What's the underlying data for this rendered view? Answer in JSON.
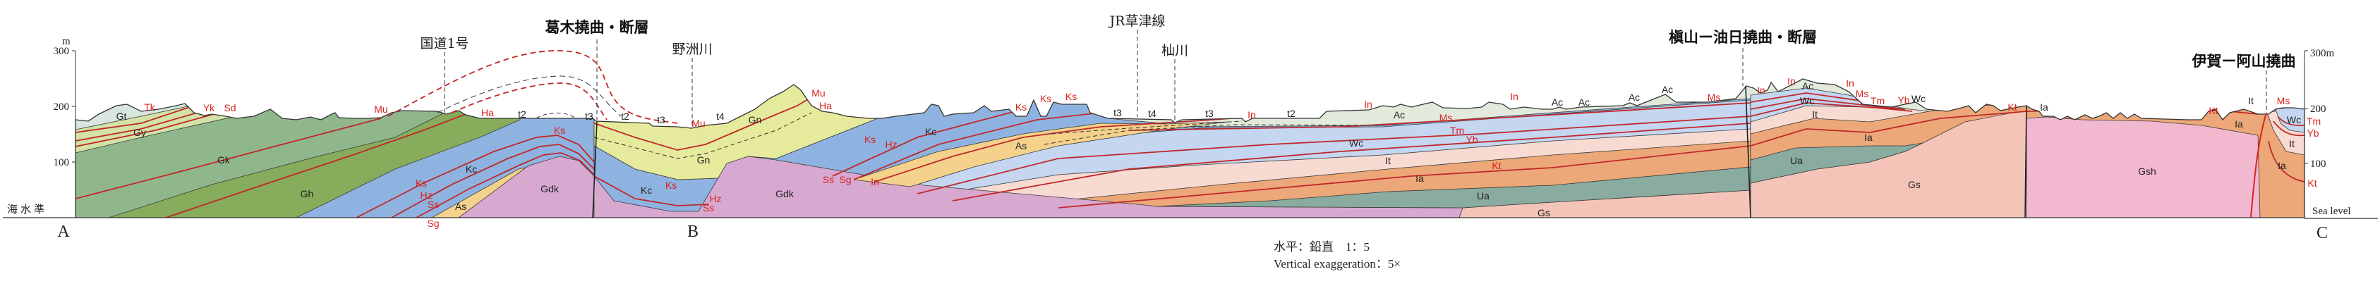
{
  "titles": {
    "route1": "国道1号",
    "katsuragi": "葛木撓曲・断層",
    "yasu_river": "野洲川",
    "jr_kusatsu": "JR草津線",
    "soma_river": "杣川",
    "makiyama": "槇山ー油日撓曲・断層",
    "iga_ayama": "伊賀ー阿山撓曲"
  },
  "axis_left": {
    "unit": "m",
    "ticks": [
      "300",
      "200",
      "100"
    ],
    "sea_level": "海水準"
  },
  "axis_right": {
    "ticks": [
      "300m",
      "200",
      "100"
    ],
    "sea_level": "Sea level"
  },
  "section_points": {
    "a": "A",
    "b": "B",
    "c": "C"
  },
  "scale": {
    "jp": "水平：鉛直　1：5",
    "en": "Vertical exaggeration：5×"
  },
  "unit_labels": [
    "Gt",
    "Gy",
    "Gk",
    "Gh",
    "Kc",
    "As",
    "Gdk",
    "t2",
    "t3",
    "t2",
    "t3",
    "t4",
    "Gn",
    "Gn",
    "Kc",
    "Gdk",
    "Kc",
    "As",
    "t3",
    "t4",
    "t3",
    "t2",
    "Ac",
    "Wc",
    "It",
    "Ia",
    "Ua",
    "Gs",
    "Ac",
    "Ac",
    "Ac",
    "Ac",
    "Ac",
    "Wc",
    "Wc",
    "It",
    "Ia",
    "Ua",
    "Gs",
    "Ia",
    "Gsh",
    "It",
    "Ia",
    "Wc",
    "It",
    "Ia"
  ],
  "key_bed_labels": [
    "Tk",
    "Yk",
    "Sd",
    "Mu",
    "Ha",
    "Ks",
    "Hz",
    "Ss",
    "Sg",
    "Ks",
    "Mu",
    "Ks",
    "Hz",
    "Ss",
    "Mu",
    "Ha",
    "Ks",
    "Ks",
    "Ks",
    "Ks",
    "Hz",
    "Ss",
    "Sg",
    "In",
    "In",
    "In",
    "In",
    "Ms",
    "Tm",
    "Yb",
    "Kt",
    "Ms",
    "In",
    "In",
    "In",
    "Ms",
    "Tm",
    "Yb",
    "Kt",
    "Kt",
    "Ms",
    "Tm",
    "Yb",
    "Kt"
  ],
  "colors": {
    "Gt": "#d9e6e0",
    "Gy": "#d3e2a6",
    "Gk": "#90b78c",
    "Gh": "#87ac5c",
    "Kc": "#8fb3e0",
    "Gdk": "#d8a9d0",
    "Gn": "#e6ea9c",
    "As": "#f4d28c",
    "Wc": "#c4d6f0",
    "It": "#f7dbd2",
    "Ia": "#eca878",
    "Ua": "#8aaba0",
    "Gs": "#f5c4b8",
    "Gsh": "#f2b8d0",
    "Ac": "#e1eadb",
    "key_bed": "#c0282a"
  }
}
